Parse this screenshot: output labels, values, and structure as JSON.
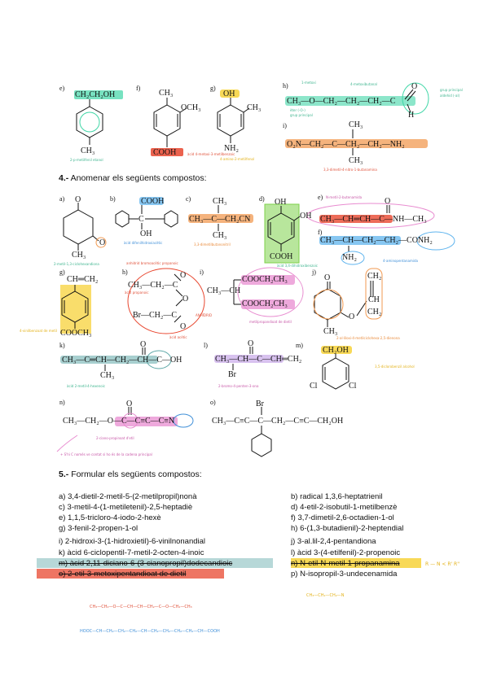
{
  "top_row": {
    "e": {
      "label": "e)",
      "sub": "CH₂CH₂OH",
      "bottom": "CH₃",
      "note": "2-p-metilfenil etanol"
    },
    "f": {
      "label": "f)",
      "top": "CH₃",
      "side": "OCH₃",
      "bottom": "COOH",
      "note": "àcid 4-metoxi-3-metilbenzoic"
    },
    "g": {
      "label": "g)",
      "top": "OH",
      "side": "CH₃",
      "bottom": "NH₂",
      "note": "4-amino-2-metilfenol"
    },
    "h": {
      "label": "h)",
      "chain": "CH₃—O—CH₂—CH₂—CH₂—C",
      "o": "O",
      "hh": "H",
      "notes": {
        "a": "1-metoxi",
        "b": "4-metoxibutanal",
        "c": "èter (-O-)",
        "d": "grup principal",
        "e": "aldehid (-al)",
        "f": "grup principal"
      }
    },
    "i": {
      "label": "i)",
      "chain": "O₂N—CH₂—C—CH₂—CH₂—NH₂",
      "top": "CH₃",
      "bottom": "CH₃",
      "note": "3,3-dimetil-4-nitro-1-butanamina"
    }
  },
  "section4": {
    "number": "4.-",
    "text": "Anomenar els següents compostos:"
  },
  "section4_items": {
    "a": {
      "label": "a)",
      "bottom": "CH₃",
      "note": "2-metil-1,3-ciclohexandiona"
    },
    "b": {
      "label": "b)",
      "top": "COOH",
      "bottom": "OH",
      "mid": "C",
      "note": "àcid difenilhidroxiacètic"
    },
    "c": {
      "label": "c)",
      "top": "CH₃",
      "chain": "CH₃—C—CH₂CN",
      "bottom": "CH₃",
      "note": "3,3-dimetilbutanonitril"
    },
    "d": {
      "label": "d)",
      "top": "OH",
      "side": "OH",
      "bottom": "COOH",
      "note": "àcid 3,4-dihidroxibenzoic"
    },
    "e": {
      "label": "e)",
      "chain": "CH₃—CH═CH—C—NH—CH₃",
      "o": "O",
      "note": "N-metil-2-butenamida"
    },
    "f": {
      "label": "f)",
      "chain": "CH₃—CH—CH₂—CH₂—CONH₂",
      "sub": "NH₂",
      "note": "4-aminopentanamida"
    },
    "g": {
      "label": "g)",
      "top": "CH═CH₂",
      "bottom": "COOCH₃",
      "note": "4-vinilbenzoat de metil"
    },
    "h": {
      "label": "h)",
      "r1": "CH₃—CH₂—C",
      "r2": "Br—CH₂—C",
      "o": "O",
      "notes": {
        "a": "anhídrid bromoacètic propanoic",
        "b": "àcid propanoic",
        "c": "àcid acètic",
        "d": "ANHÍDRID"
      }
    },
    "i": {
      "label": "i)",
      "base": "CH₃—CH",
      "top": "COOCH₂CH₃",
      "bottom": "COOCH₂CH₃",
      "note": "metilpropandioat de dietil"
    },
    "j": {
      "label": "j)",
      "o": "O",
      "bottom": "CH₃",
      "side1": "CH₂",
      "side2": "CH",
      "side3": "CH₂",
      "note": "2-al·liloxi-4-metilciclohexa-2,5-dienona"
    },
    "k": {
      "label": "k)",
      "chain": "CH₃—C═CH—CH₂—CH—C—OH",
      "o": "O",
      "bottom": "CH₃",
      "note": "àcid 2-metil-4-hexenoic"
    },
    "l": {
      "label": "l)",
      "chain": "CH₃—CH—C—CH═CH₂",
      "o": "O",
      "bottom": "Br",
      "note": "2-bromo-4-penten-3-ona"
    },
    "m": {
      "label": "m)",
      "top": "CH₂OH",
      "left": "Cl",
      "right": "Cl",
      "note": "3,5-diclorobenzil alcohol"
    },
    "n": {
      "label": "n)",
      "chain": "CH₃—CH₂—O—C—C≡C—C≡N",
      "o": "O",
      "note": "2-ciano-propinoat d'etil",
      "note2": "+ S'hi C només ve contat si ho és de la cadena principal"
    },
    "o": {
      "label": "o)",
      "chain": "CH₃—C≡C—C—CH₂—C≡C—CH₂OH",
      "top": "Br"
    }
  },
  "section5": {
    "number": "5.-",
    "text": "Formular els següents compostos:"
  },
  "section5_items": [
    {
      "id": "a",
      "text": "a) 3,4-dietil-2-metil-5-(2-metilpropil)nonà"
    },
    {
      "id": "b",
      "text": "b) radical 1,3,6-heptatrienil"
    },
    {
      "id": "c",
      "text": "c) 3-metil-4-(1-metiletenil)-2,5-heptadiè"
    },
    {
      "id": "d",
      "text": "d) 4-etil-2-isobutil-1-metilbenzè"
    },
    {
      "id": "e",
      "text": "e) 1,1,5-tricloro-4-iodo-2-hexè"
    },
    {
      "id": "f",
      "text": "f) 3,7-dimetil-2,6-octadien-1-ol"
    },
    {
      "id": "g",
      "text": "g) 3-fenil-2-propen-1-ol"
    },
    {
      "id": "h",
      "text": "h) 6-(1,3-butadienil)-2-heptendial"
    },
    {
      "id": "i",
      "text": "i) 2-hidroxi-3-(1-hidroxietil)-6-vinilnonandial"
    },
    {
      "id": "j",
      "text": "j) 3-al.lil-2,4-pentandiona"
    },
    {
      "id": "k",
      "text": "k) àcid 6-ciclopentil-7-metil-2-octen-4-inoic"
    },
    {
      "id": "l",
      "text": "l) àcid 3-(4-etilfenil)-2-propenoic"
    },
    {
      "id": "m",
      "text": "m) àcid 2,11-diciano-6-(3-cianopropil)dodecandioic"
    },
    {
      "id": "n",
      "text": "n) N-etil-N-metil-1-propanamina"
    },
    {
      "id": "o",
      "text": "o) 2-etil-3-metoxipentandioat de dietil"
    },
    {
      "id": "p",
      "text": "p) N-isopropil-3-undecenamida"
    }
  ],
  "handwritten": {
    "rn": "R — N < R' R''",
    "prop": "CH₃—CH₂—CH₂—N",
    "o_formula": "CH₃—CH₂—O—C—CH—CH—CH₂—C—O—CH₂—CH₃",
    "m_formula": "HOOC—CH—CH₂—CH₂—CH₂—CH—CH₂—CH₂—CH₂—CH₂—CH—COOH"
  },
  "colors": {
    "green": "#3fd6a6",
    "orange": "#f29a52",
    "red": "#e8472f",
    "yellow": "#f7d23a",
    "pink": "#e88cd0",
    "blue": "#5fb4ee",
    "lime": "#7ed24a",
    "purple": "#c7a8e8",
    "teal": "#5fa8a8"
  }
}
